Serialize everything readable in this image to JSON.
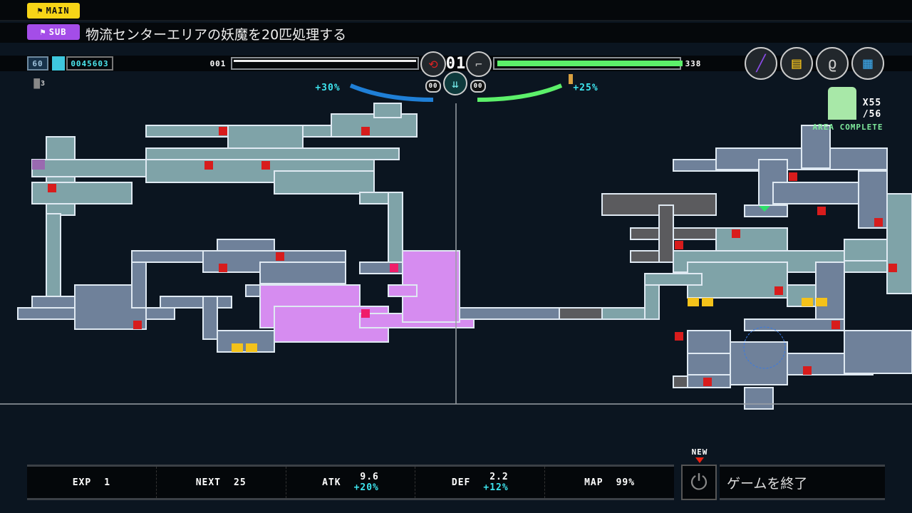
{
  "quests": {
    "main_label": "MAIN",
    "sub_label": "SUB",
    "sub_text": "物流センターエリアの妖魔を20匹処理する"
  },
  "hud": {
    "level": "60",
    "score": "0045603",
    "left_counter": "001",
    "lives": "3",
    "center_count": "01",
    "right_counter": "338",
    "ammo_left": "00",
    "ammo_right": "00",
    "bonus_left": "+30%",
    "bonus_right": "+25%",
    "hp_fill": 1.0,
    "colors": {
      "hp": "#5cf06a",
      "left_gauge": "#1f7fd6"
    }
  },
  "items": [
    {
      "icon": "syringe-icon"
    },
    {
      "icon": "card-icon"
    },
    {
      "icon": "whip-icon"
    },
    {
      "icon": "chip-icon"
    }
  ],
  "collect": {
    "count": "X55",
    "total": "/56",
    "label": "AREA COMPLETE"
  },
  "stats": [
    {
      "label": "EXP",
      "value": "1"
    },
    {
      "label": "NEXT",
      "value": "25"
    },
    {
      "label": "ATK",
      "value": "9.6",
      "bonus": "+20%"
    },
    {
      "label": "DEF",
      "value": "2.2",
      "bonus": "+12%"
    },
    {
      "label": "MAP",
      "value": "99%"
    }
  ],
  "quit": {
    "badge": "NEW",
    "label": "ゲームを終了"
  },
  "map_colors": {
    "teal": "#7fa3a8",
    "blue": "#6f819a",
    "purple": "#d68cf0",
    "dark": "#5b5b5e",
    "save": "#d81c1c",
    "warp": "#f4c21a"
  }
}
